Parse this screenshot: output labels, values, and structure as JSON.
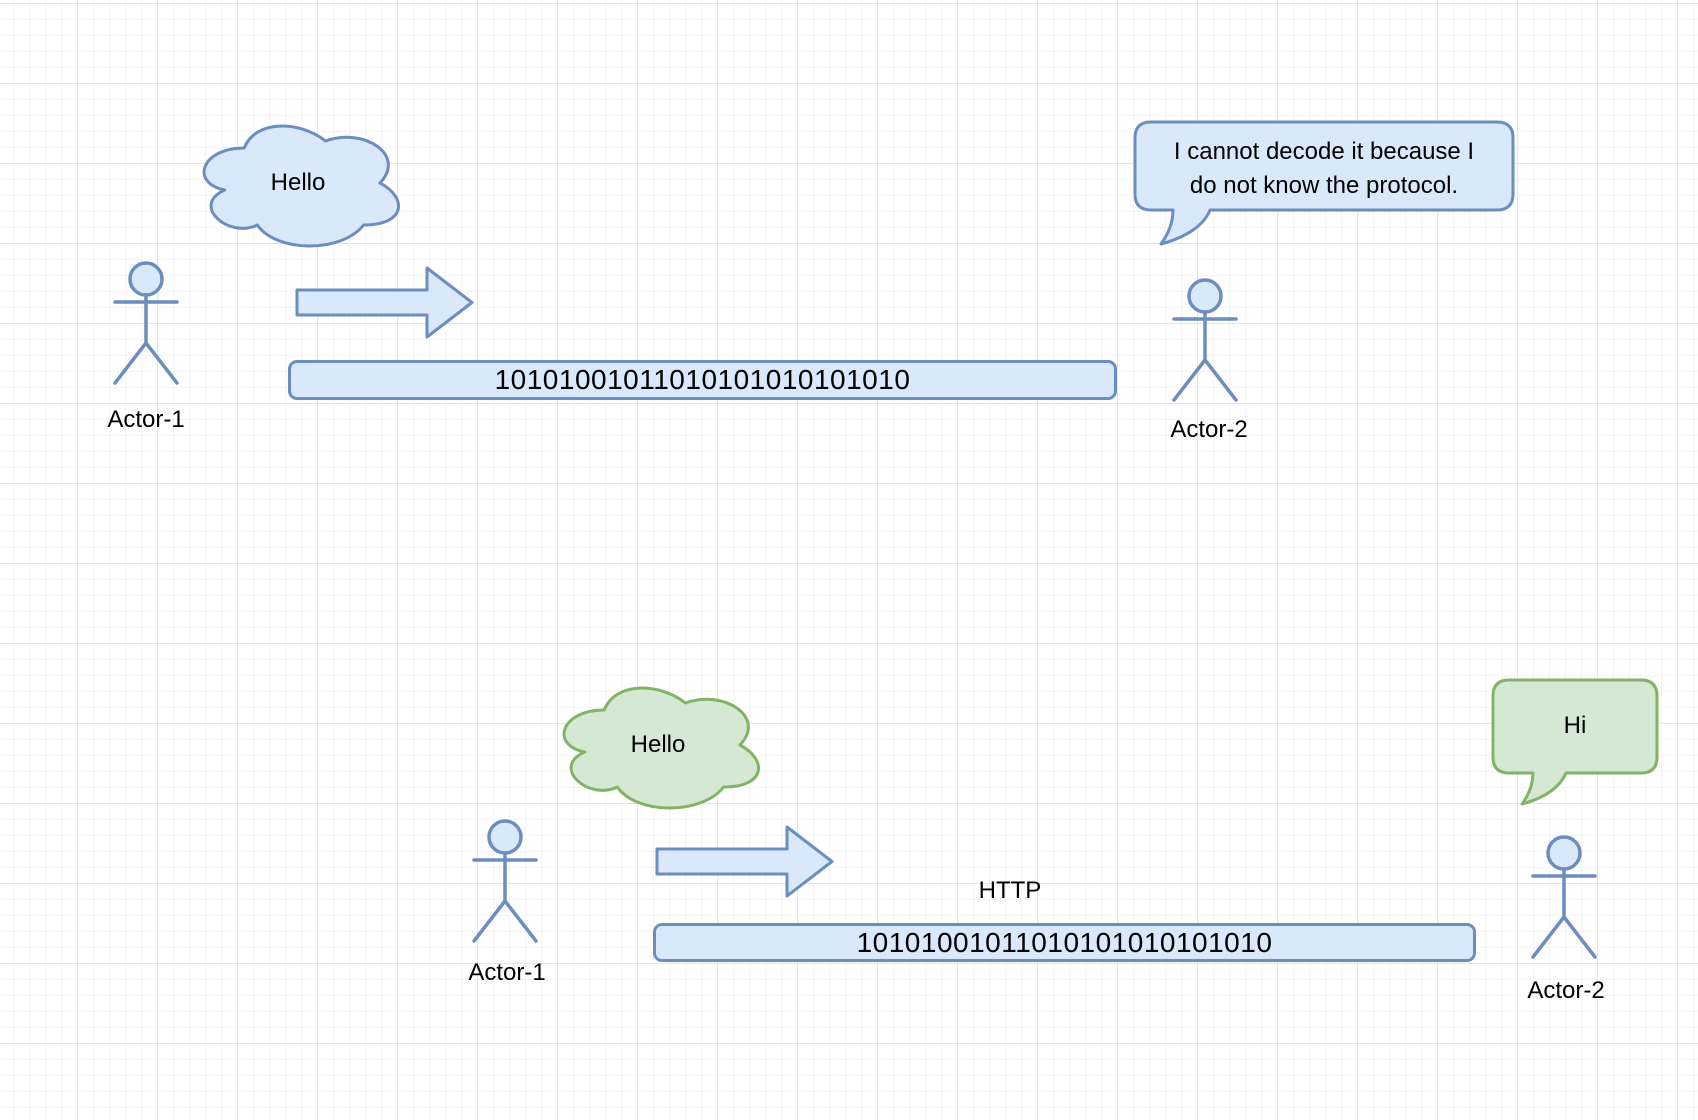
{
  "scene1": {
    "cloud_label": "Hello",
    "actor1_label": "Actor-1",
    "actor2_label": "Actor-2",
    "message_bits": "10101001011010101010101010",
    "bubble_line1": "I cannot decode it because I",
    "bubble_line2": "do not know the protocol."
  },
  "scene2": {
    "cloud_label": "Hello",
    "actor1_label": "Actor-1",
    "actor2_label": "Actor-2",
    "protocol_label": "HTTP",
    "message_bits": "10101001011010101010101010",
    "bubble_label": "Hi"
  },
  "colors": {
    "blue_fill": "#dae8fc",
    "blue_stroke": "#6c8ebf",
    "green_fill": "#d5e8d4",
    "green_stroke": "#82b366"
  }
}
